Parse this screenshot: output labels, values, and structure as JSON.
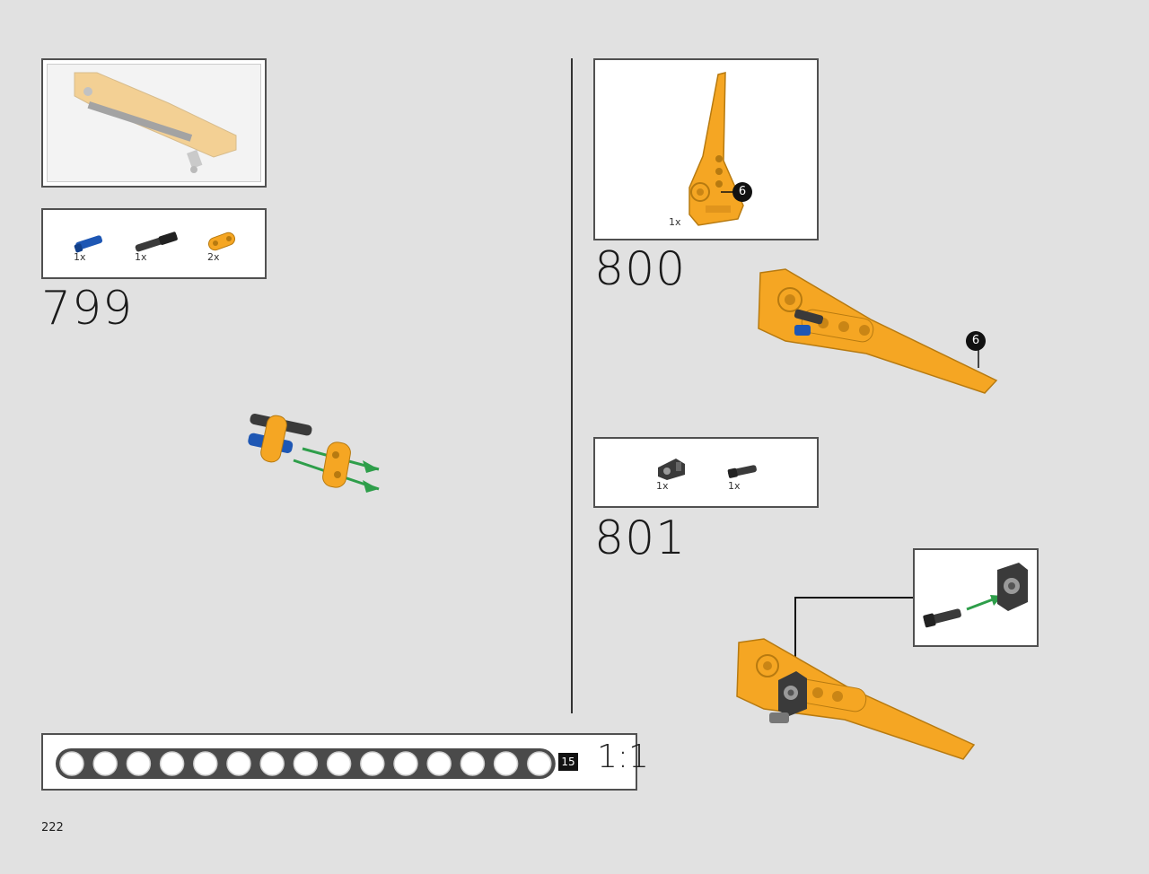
{
  "page_number": "222",
  "steps": [
    {
      "number": "799",
      "parts": [
        {
          "qty": "1x",
          "color": "#1e57b4"
        },
        {
          "qty": "1x",
          "color": "#3a3a3a"
        },
        {
          "qty": "2x",
          "color": "#f5a623"
        }
      ]
    },
    {
      "number": "800",
      "parts": [
        {
          "qty": "1x",
          "color": "#f5a623"
        }
      ],
      "callout": "6"
    },
    {
      "number": "801",
      "parts": [
        {
          "qty": "1x",
          "color": "#3a3a3a"
        },
        {
          "qty": "1x",
          "color": "#3a3a3a"
        }
      ]
    }
  ],
  "model_callout": "6",
  "ruler": {
    "length_label": "15",
    "holes": 15,
    "scale": "1:1"
  },
  "colors": {
    "accent_yellow": "#f5a623",
    "arrow_green": "#2e9e4a",
    "technic_blue": "#1e57b4",
    "dark_grey": "#3a3a3a"
  }
}
